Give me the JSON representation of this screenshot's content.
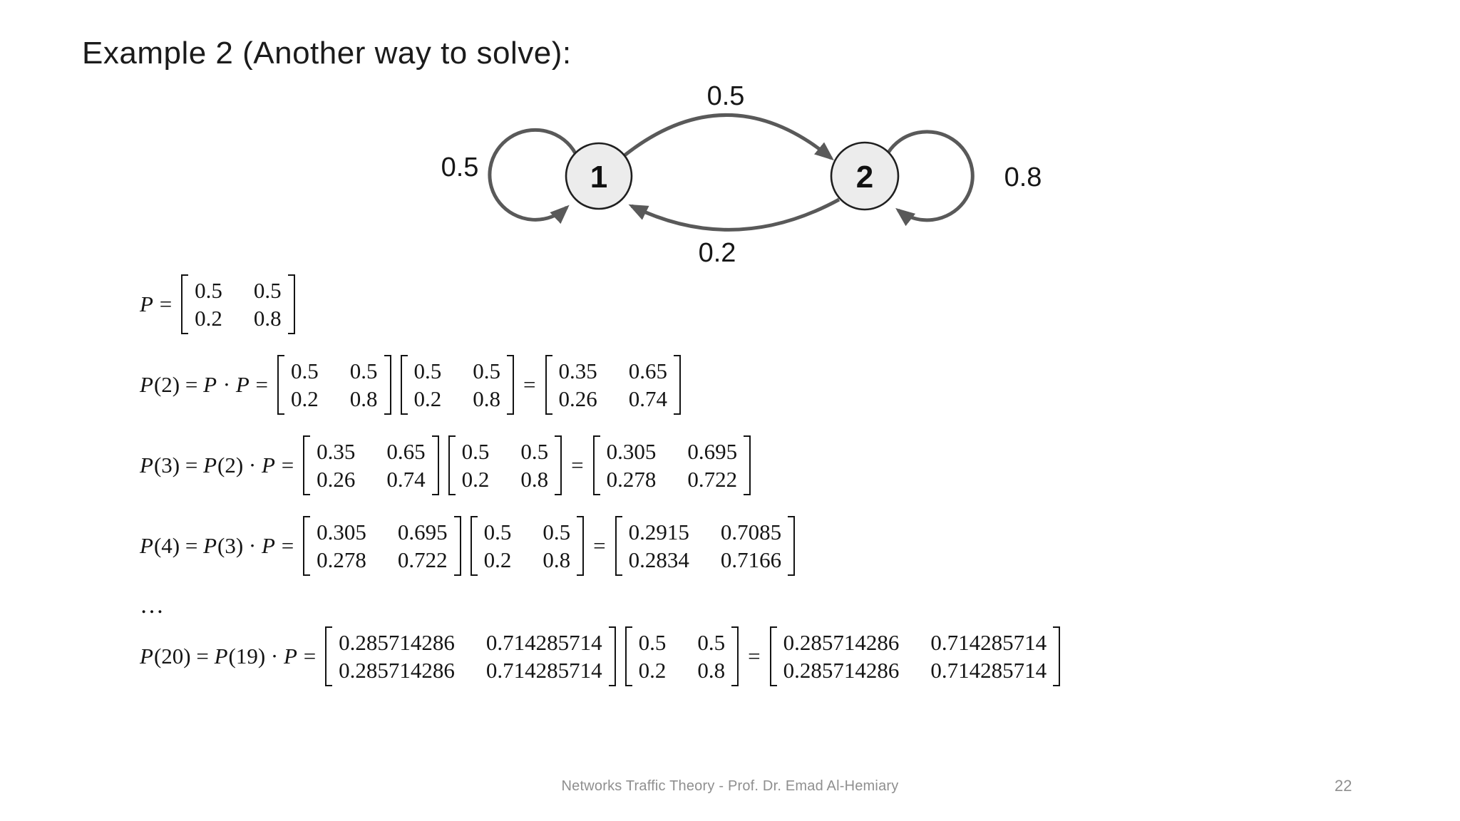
{
  "slide": {
    "title": "Example 2 (Another way to solve):",
    "footer": "Networks Traffic Theory - Prof. Dr. Emad Al-Hemiary",
    "page_number": "22"
  },
  "colors": {
    "ink": "#1b1b1b",
    "math": "#141414",
    "muted": "#8f8f8f",
    "arrow": "#595959",
    "node_fill": "#ececec",
    "node_stroke": "#1f1f1f"
  },
  "diagram": {
    "type": "markov-chain-state-diagram",
    "states": [
      {
        "id": "1"
      },
      {
        "id": "2"
      }
    ],
    "transitions": [
      {
        "from": "1",
        "to": "2",
        "label": "0.5",
        "position": "top"
      },
      {
        "from": "2",
        "to": "1",
        "label": "0.2",
        "position": "bottom"
      },
      {
        "from": "1",
        "to": "1",
        "label": "0.5",
        "position": "left-self-loop"
      },
      {
        "from": "2",
        "to": "2",
        "label": "0.8",
        "position": "right-self-loop"
      }
    ]
  },
  "equations": [
    {
      "segments": [
        {
          "kind": "text",
          "value": "P ="
        },
        {
          "kind": "matrix",
          "values": [
            [
              "0.5",
              "0.5"
            ],
            [
              "0.2",
              "0.8"
            ]
          ]
        }
      ]
    },
    {
      "segments": [
        {
          "kind": "text",
          "value": "P(2) = P · P ="
        },
        {
          "kind": "matrix",
          "values": [
            [
              "0.5",
              "0.5"
            ],
            [
              "0.2",
              "0.8"
            ]
          ]
        },
        {
          "kind": "matrix",
          "values": [
            [
              "0.5",
              "0.5"
            ],
            [
              "0.2",
              "0.8"
            ]
          ]
        },
        {
          "kind": "text",
          "value": "="
        },
        {
          "kind": "matrix",
          "values": [
            [
              "0.35",
              "0.65"
            ],
            [
              "0.26",
              "0.74"
            ]
          ]
        }
      ]
    },
    {
      "segments": [
        {
          "kind": "text",
          "value": "P(3) = P(2) · P ="
        },
        {
          "kind": "matrix",
          "values": [
            [
              "0.35",
              "0.65"
            ],
            [
              "0.26",
              "0.74"
            ]
          ]
        },
        {
          "kind": "matrix",
          "values": [
            [
              "0.5",
              "0.5"
            ],
            [
              "0.2",
              "0.8"
            ]
          ]
        },
        {
          "kind": "text",
          "value": "="
        },
        {
          "kind": "matrix",
          "values": [
            [
              "0.305",
              "0.695"
            ],
            [
              "0.278",
              "0.722"
            ]
          ]
        }
      ]
    },
    {
      "segments": [
        {
          "kind": "text",
          "value": "P(4) = P(3) · P ="
        },
        {
          "kind": "matrix",
          "values": [
            [
              "0.305",
              "0.695"
            ],
            [
              "0.278",
              "0.722"
            ]
          ]
        },
        {
          "kind": "matrix",
          "values": [
            [
              "0.5",
              "0.5"
            ],
            [
              "0.2",
              "0.8"
            ]
          ]
        },
        {
          "kind": "text",
          "value": "="
        },
        {
          "kind": "matrix",
          "values": [
            [
              "0.2915",
              "0.7085"
            ],
            [
              "0.2834",
              "0.7166"
            ]
          ]
        }
      ]
    },
    {
      "dots": true,
      "segments": [
        {
          "kind": "text",
          "value": "…"
        }
      ]
    },
    {
      "segments": [
        {
          "kind": "text",
          "value": "P(20) = P(19) · P ="
        },
        {
          "kind": "matrix",
          "values": [
            [
              "0.285714286",
              "0.714285714"
            ],
            [
              "0.285714286",
              "0.714285714"
            ]
          ]
        },
        {
          "kind": "matrix",
          "values": [
            [
              "0.5",
              "0.5"
            ],
            [
              "0.2",
              "0.8"
            ]
          ]
        },
        {
          "kind": "text",
          "value": "="
        },
        {
          "kind": "matrix",
          "values": [
            [
              "0.285714286",
              "0.714285714"
            ],
            [
              "0.285714286",
              "0.714285714"
            ]
          ]
        }
      ]
    }
  ]
}
